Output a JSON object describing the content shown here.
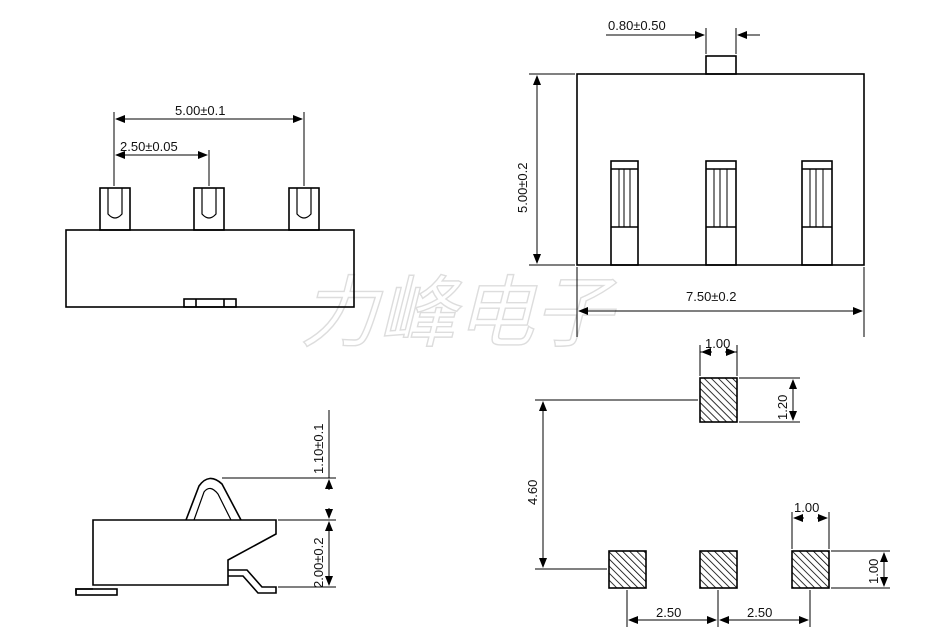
{
  "watermark": "力峰电子",
  "front_view": {
    "dim_pitch_outer": "5.00±0.1",
    "dim_pitch_inner": "2.50±0.05"
  },
  "side_view": {
    "dim_actuator": "1.10±0.1",
    "dim_body": "2.00±0.2"
  },
  "top_view": {
    "dim_actuator_width": "0.80±0.50",
    "dim_height": "5.00±0.2",
    "dim_width": "7.50±0.2"
  },
  "pad_layout": {
    "dim_top_pad_w": "1.00",
    "dim_top_pad_h": "1.20",
    "dim_vertical": "4.60",
    "dim_pad_w": "1.00",
    "dim_pad_h": "1.00",
    "dim_pitch_left": "2.50",
    "dim_pitch_right": "2.50"
  }
}
